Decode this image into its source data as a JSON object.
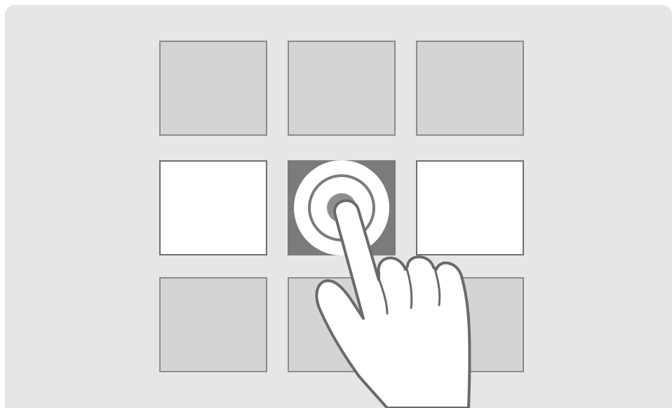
{
  "colors": {
    "screen_background": "#e6e6e6",
    "tile_inactive_fill": "#d4d4d4",
    "tile_inactive_border": "#8c8c8c",
    "tile_highlight_fill": "#ffffff",
    "tile_highlight_border": "#6f6f6f",
    "tile_pressed_fill": "#7b7b7b",
    "touch_ring_fill": "#ffffff",
    "touch_ring_stroke": "#7b7b7b",
    "touch_point_fill": "#8f8f8f",
    "hand_fill": "#ffffff",
    "hand_outline": "#6a6a6a"
  },
  "grid": {
    "rows": 3,
    "columns": 3,
    "tiles": [
      {
        "name": "tile-r1-c1",
        "state": "inactive"
      },
      {
        "name": "tile-r1-c2",
        "state": "inactive"
      },
      {
        "name": "tile-r1-c3",
        "state": "inactive"
      },
      {
        "name": "tile-r2-c1",
        "state": "highlight"
      },
      {
        "name": "tile-r2-c2",
        "state": "pressed"
      },
      {
        "name": "tile-r2-c3",
        "state": "highlight"
      },
      {
        "name": "tile-r3-c1",
        "state": "inactive"
      },
      {
        "name": "tile-r3-c2",
        "state": "inactive"
      },
      {
        "name": "tile-r3-c3",
        "state": "inactive"
      }
    ]
  },
  "gesture": {
    "type": "tap",
    "icon": "pointing-hand-icon",
    "target_tile": "tile-r2-c2"
  }
}
